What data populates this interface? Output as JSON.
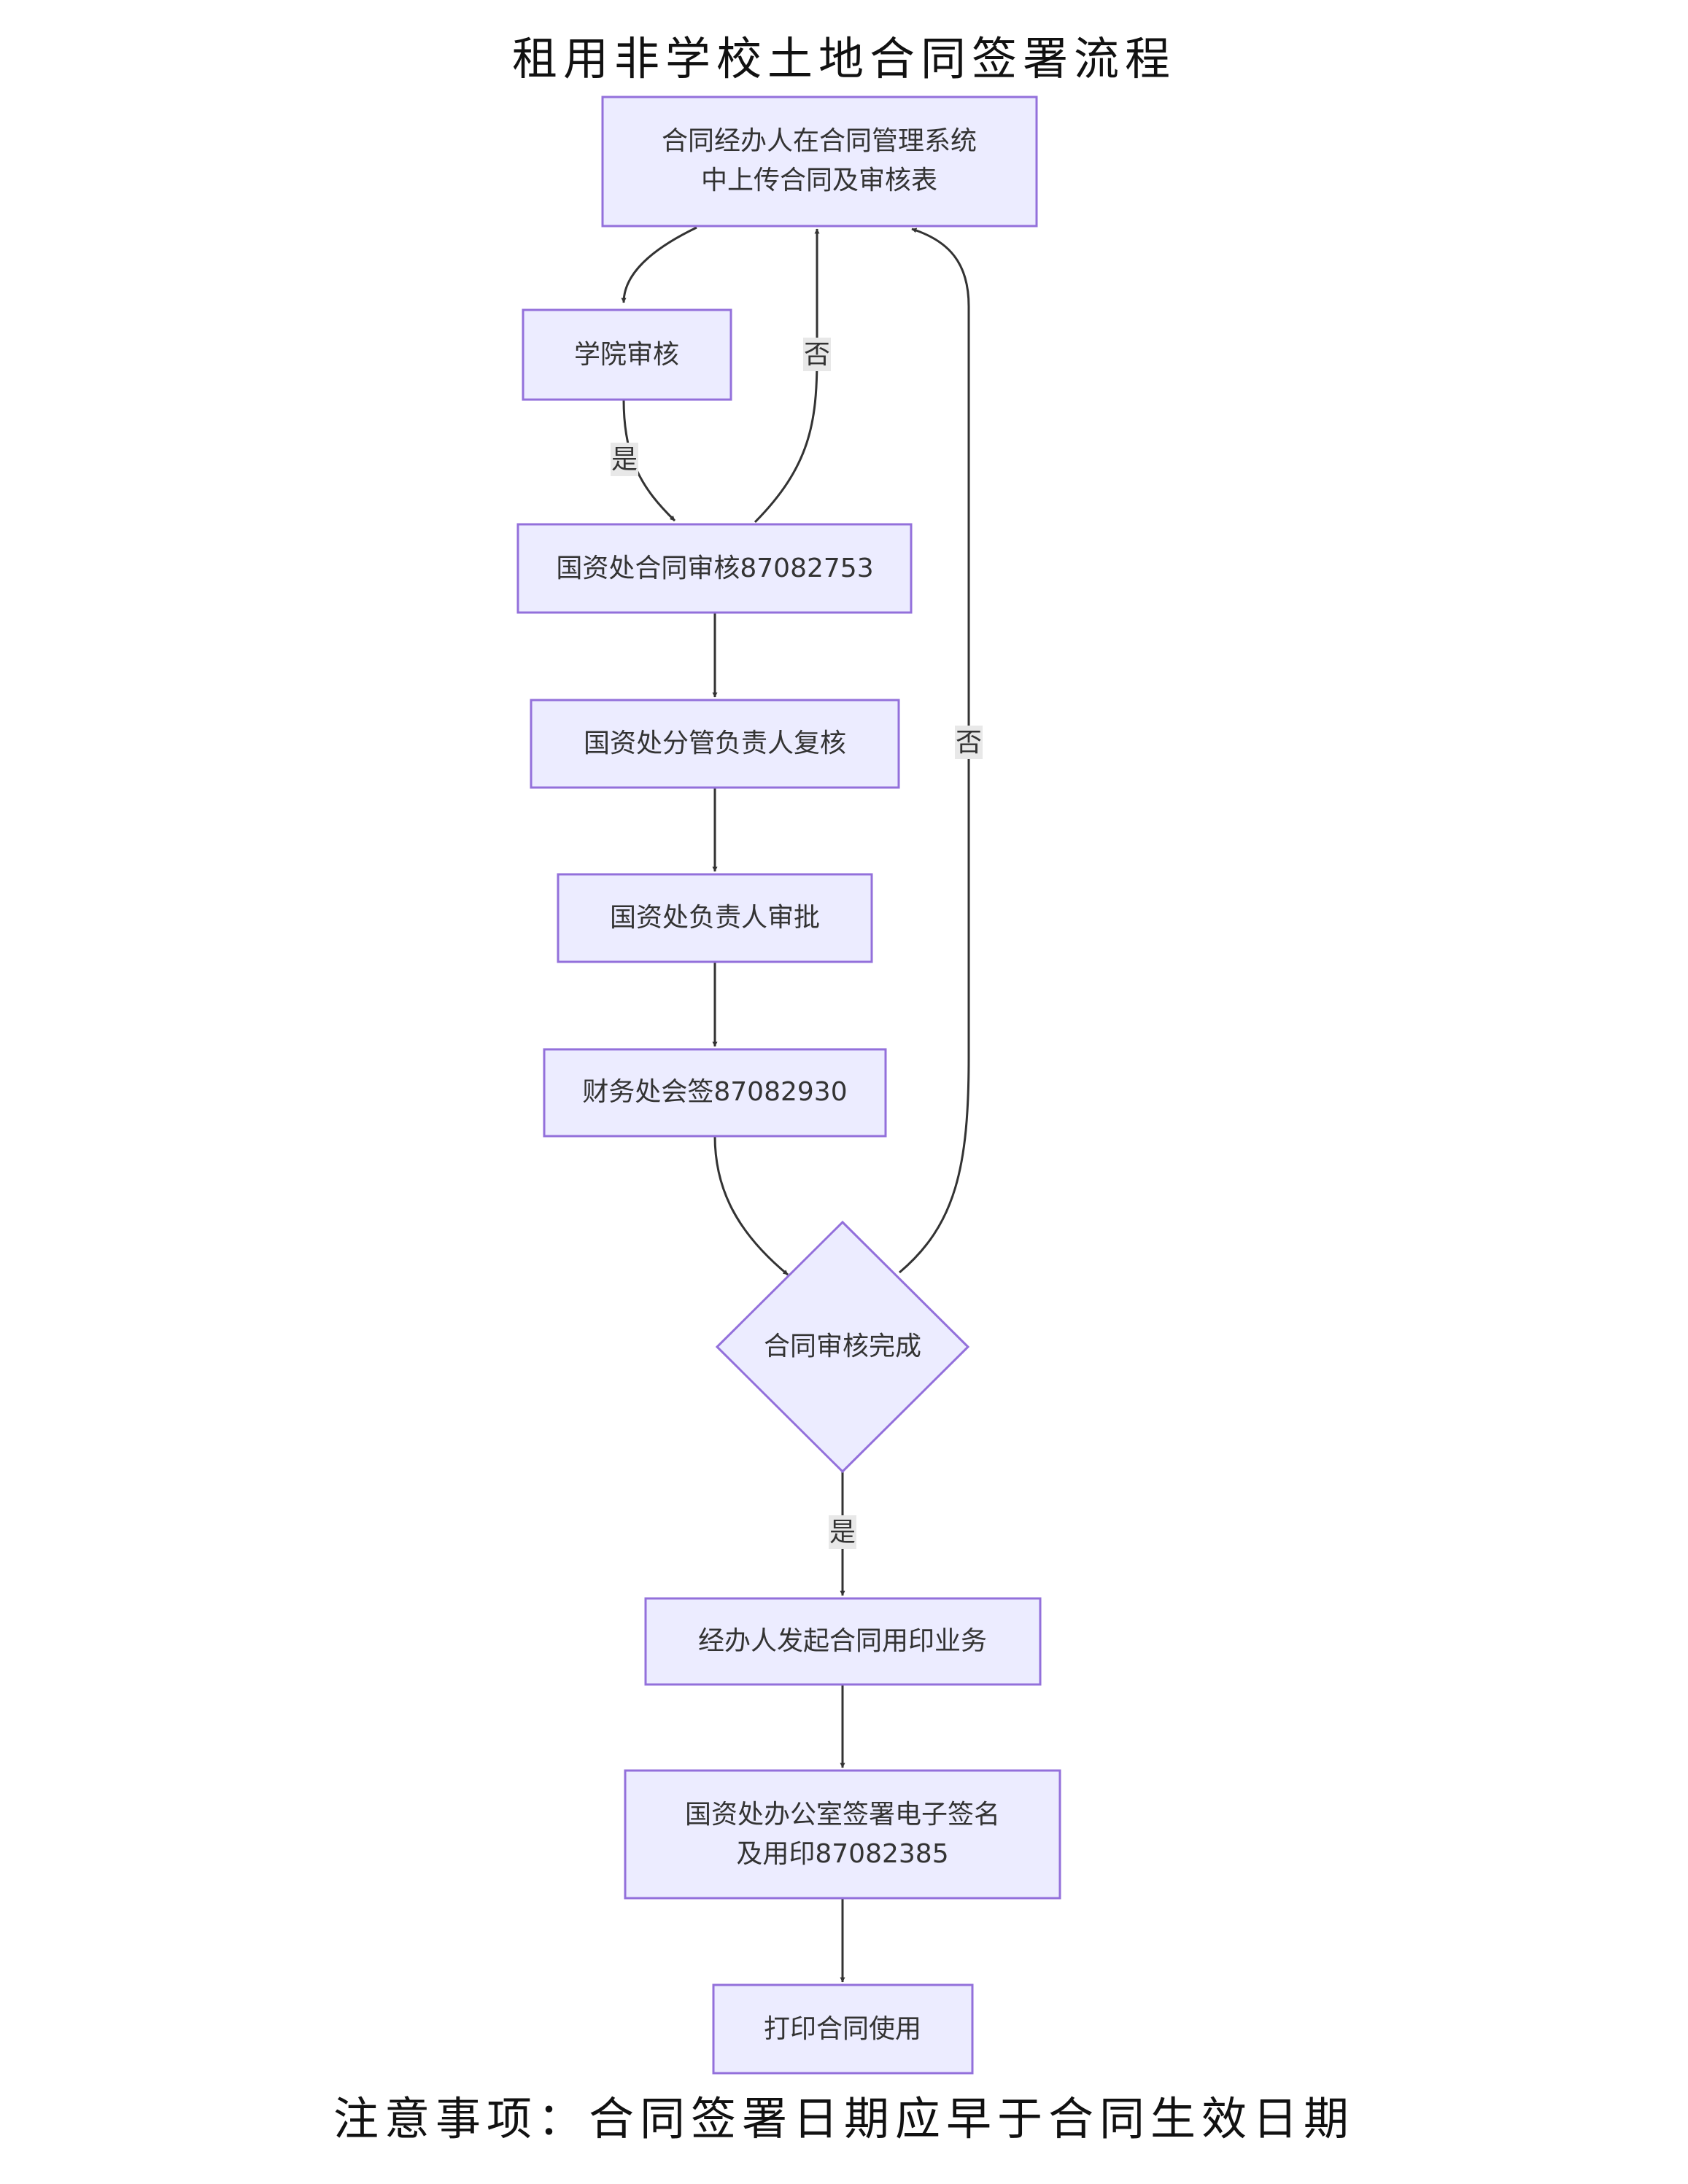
{
  "title": "租用非学校土地合同签署流程",
  "footer": "注意事项：合同签署日期应早于合同生效日期",
  "nodes": {
    "upload": {
      "line1": "合同经办人在合同管理系统",
      "line2": "中上传合同及审核表"
    },
    "college": {
      "label": "学院审核"
    },
    "state_review": {
      "label": "国资处合同审核87082753"
    },
    "deputy_review": {
      "label": "国资处分管负责人复核"
    },
    "head_approval": {
      "label": "国资处负责人审批"
    },
    "finance_sign": {
      "label": "财务处会签87082930"
    },
    "review_done": {
      "label": "合同审核完成"
    },
    "seal_request": {
      "label": "经办人发起合同用印业务"
    },
    "office_sign": {
      "line1": "国资处办公室签署电子签名",
      "line2": "及用印87082385"
    },
    "print_use": {
      "label": "打印合同使用"
    }
  },
  "edge_labels": {
    "college_yes": "是",
    "state_no": "否",
    "done_no": "否",
    "done_yes": "是"
  }
}
